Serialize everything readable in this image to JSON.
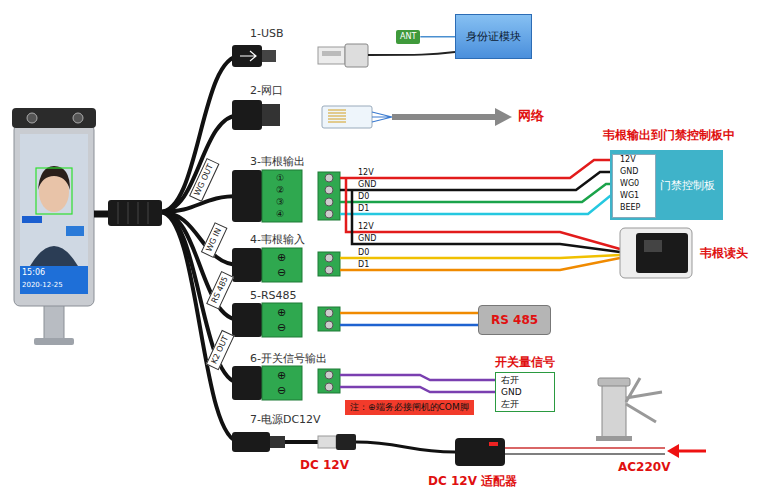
{
  "diagram": {
    "nodes": [
      {
        "text": [
          "ANT"
        ]
      },
      {
        "text": [
          "身份证模块"
        ]
      },
      {
        "text": [
          "WG OUT"
        ]
      },
      {
        "text": [
          "门禁控制板"
        ]
      },
      {
        "text": [
          "WG IN"
        ]
      },
      {
        "text": [
          "RS 485"
        ]
      },
      {
        "text": [
          "RS 485"
        ]
      },
      {
        "text": [
          "K2 OUT"
        ]
      },
      {
        "text": [
          "开关量信号",
          "右开",
          "GND",
          "左开"
        ]
      },
      {
        "text": [
          "注：⊕端务必接闸机的COM脚"
        ]
      }
    ],
    "edges": [
      {
        "from": 0,
        "to": 1,
        "arrow": "none"
      }
    ],
    "labels": [
      "15:06",
      "2020-12-25",
      "1-USB",
      "2-网口",
      "网络",
      "3-韦根输出",
      "①",
      "②",
      "③",
      "④",
      "12V",
      "GND",
      "D0",
      "D1",
      "韦根输出到门禁控制板中",
      "12V",
      "GND",
      "WG0",
      "WG1",
      "BEEP",
      "4-韦根输入",
      "⊕",
      "⊖",
      "12V",
      "GND",
      "D0",
      "D1",
      "韦根读头",
      "5-RS485",
      "⊕",
      "⊖",
      "6-开关信号输出",
      "⊕",
      "⊖",
      "7-电源DC12V",
      "DC 12V",
      "DC 12V 适配器",
      "AC220V"
    ]
  }
}
